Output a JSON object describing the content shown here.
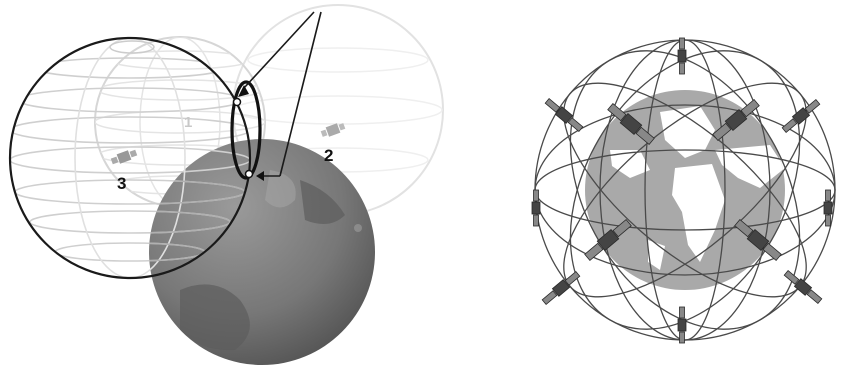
{
  "trilateration_diagram": {
    "sphere_labels": [
      "1",
      "2",
      "3"
    ]
  },
  "constellation_diagram": {
    "satellite_count": 12
  }
}
